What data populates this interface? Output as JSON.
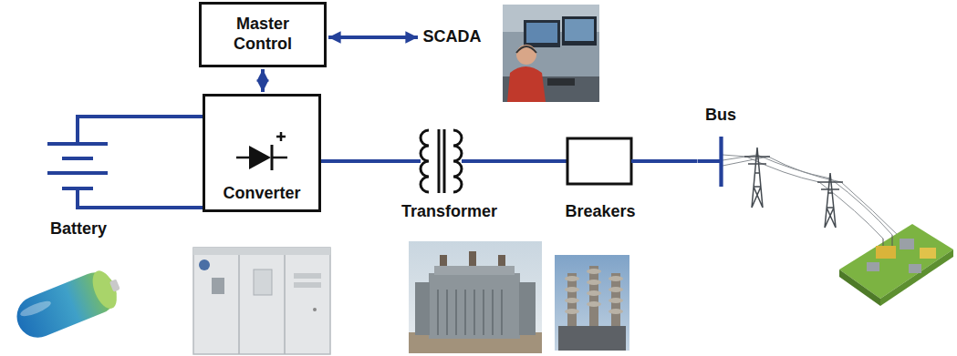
{
  "diagram": {
    "nodes": [
      {
        "text": [
          "Master Control"
        ]
      },
      {
        "text": [
          "SCADA"
        ]
      },
      {
        "text": [
          "Battery"
        ]
      },
      {
        "text": [
          "Converter"
        ]
      },
      {
        "text": [
          "Transformer"
        ]
      },
      {
        "text": [
          "Breakers"
        ]
      },
      {
        "text": [
          "Bus"
        ]
      }
    ],
    "edges": [
      {
        "from": 0,
        "to": 1,
        "arrow": "both"
      },
      {
        "from": 0,
        "to": 3,
        "arrow": "both"
      },
      {
        "from": 2,
        "to": 3,
        "arrow": "none"
      },
      {
        "from": 2,
        "to": 3,
        "arrow": "none"
      },
      {
        "from": 3,
        "to": 4,
        "arrow": "none"
      },
      {
        "from": 4,
        "to": 5,
        "arrow": "none"
      },
      {
        "from": 5,
        "to": 6,
        "arrow": "none"
      }
    ]
  }
}
